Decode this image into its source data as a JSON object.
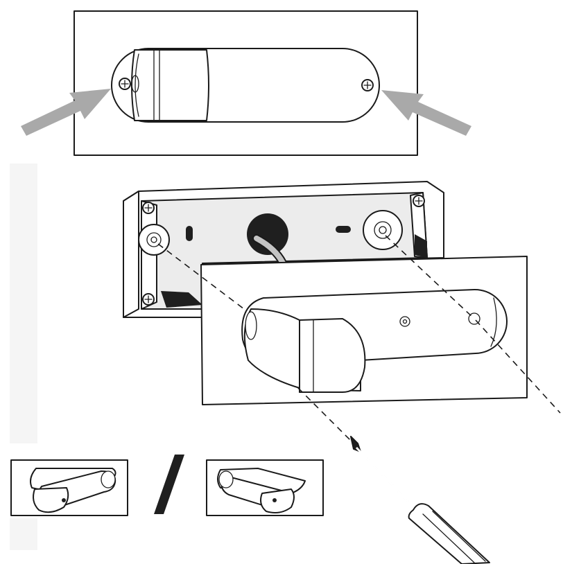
{
  "figure": {
    "panels": [
      {
        "id": "top",
        "description_visible_text": ""
      },
      {
        "id": "middle",
        "description_visible_text": ""
      },
      {
        "id": "bottom-options",
        "separator": "/"
      }
    ],
    "colors": {
      "line": "#1a1a1a",
      "arrow": "#a9a9a9",
      "fill_light": "#ececec",
      "fill_mid": "#bdbdbd",
      "fill_dark": "#1f1f1f"
    },
    "icons": [
      "arrow-icon",
      "screw-icon",
      "screwdriver-icon"
    ]
  }
}
